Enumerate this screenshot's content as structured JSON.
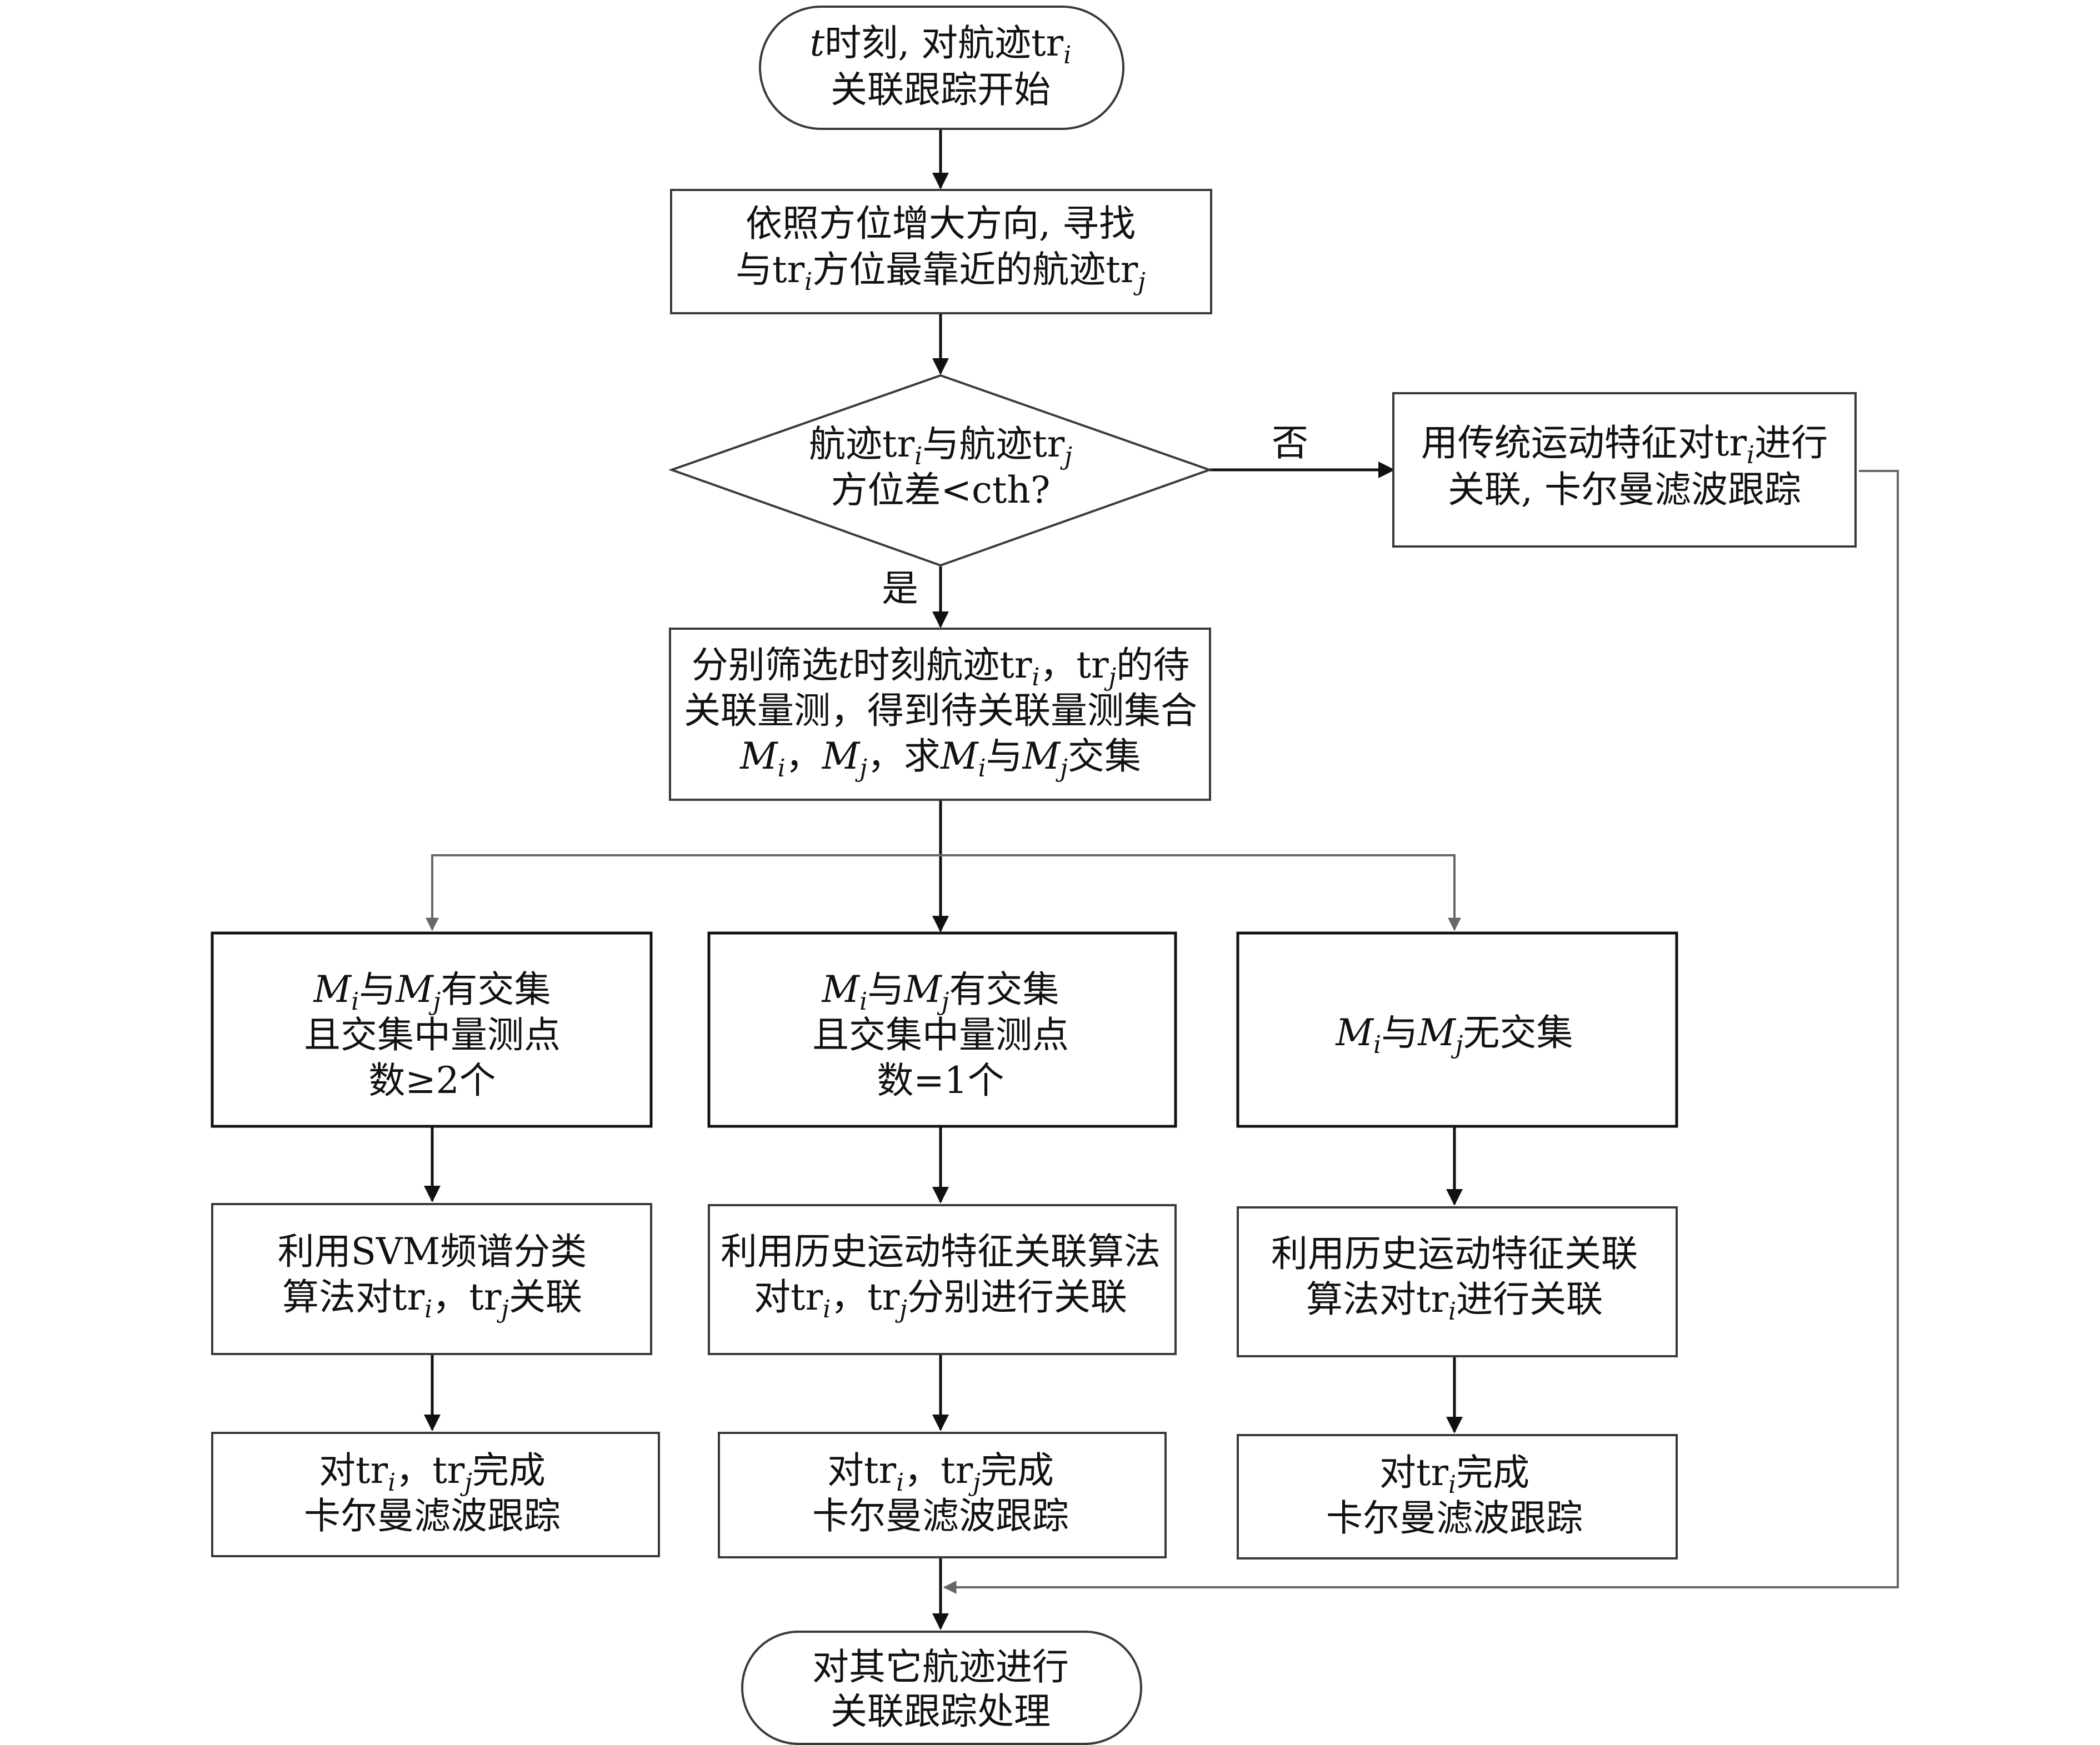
{
  "nodes": {
    "start": {
      "line1_a": "t",
      "line1_b": "时刻, 对航迹tr",
      "line1_sub": "i",
      "line2": "关联跟踪开始"
    },
    "find": {
      "line1": "依照方位增大方向, 寻找",
      "line2_a": "与tr",
      "line2_sub1": "i",
      "line2_b": "方位最靠近的航迹tr",
      "line2_sub2": "j"
    },
    "decision": {
      "line1_a": "航迹tr",
      "line1_sub1": "i",
      "line1_b": "与航迹tr",
      "line1_sub2": "j",
      "line2": "方位差<cth?"
    },
    "traditional": {
      "line1_a": "用传统运动特征对tr",
      "line1_sub": "i",
      "line1_b": "进行",
      "line2": "关联, 卡尔曼滤波跟踪"
    },
    "filter": {
      "line1_a": "分别筛选",
      "line1_t": "t",
      "line1_b": "时刻航迹tr",
      "line1_sub1": "i",
      "line1_c": "，tr",
      "line1_sub2": "j",
      "line1_d": "的待",
      "line2": "关联量测，得到待关联量测集合",
      "line3_m1": "M",
      "line3_s1": "i",
      "line3_sep": "，",
      "line3_m2": "M",
      "line3_s2": "j",
      "line3_b": "，求",
      "line3_m3": "M",
      "line3_s3": "i",
      "line3_c": "与",
      "line3_m4": "M",
      "line3_s4": "j",
      "line3_d": "交集"
    },
    "case_left": {
      "m1": "M",
      "s1": "i",
      "mid": "与",
      "m2": "M",
      "s2": "j",
      "tail": "有交集",
      "line2": "且交集中量测点",
      "line3": "数≥2个"
    },
    "case_mid": {
      "m1": "M",
      "s1": "i",
      "mid": "与",
      "m2": "M",
      "s2": "j",
      "tail": "有交集",
      "line2": "且交集中量测点",
      "line3": "数=1个"
    },
    "case_right": {
      "m1": "M",
      "s1": "i",
      "mid": "与",
      "m2": "M",
      "s2": "j",
      "tail": "无交集"
    },
    "algo_left": {
      "line1": "利用SVM频谱分类",
      "line2_a": "算法对tr",
      "line2_sub1": "i",
      "line2_b": "，tr",
      "line2_sub2": "j",
      "line2_c": "关联"
    },
    "algo_mid": {
      "line1": "利用历史运动特征关联算法",
      "line2_a": "对tr",
      "line2_sub1": "i",
      "line2_b": "，tr",
      "line2_sub2": "j",
      "line2_c": "分别进行关联"
    },
    "algo_right": {
      "line1": "利用历史运动特征关联",
      "line2_a": "算法对tr",
      "line2_sub": "i",
      "line2_b": "进行关联"
    },
    "kalman_left": {
      "line1_a": "对tr",
      "line1_sub1": "i",
      "line1_b": "，tr",
      "line1_sub2": "j",
      "line1_c": "完成",
      "line2": "卡尔曼滤波跟踪"
    },
    "kalman_mid": {
      "line1_a": "对tr",
      "line1_sub1": "i",
      "line1_b": "，tr",
      "line1_sub2": "j",
      "line1_c": "完成",
      "line2": "卡尔曼滤波跟踪"
    },
    "kalman_right": {
      "line1_a": "对tr",
      "line1_sub": "i",
      "line1_b": "完成",
      "line2": "卡尔曼滤波跟踪"
    },
    "end": {
      "line1": "对其它航迹进行",
      "line2": "关联跟踪处理"
    }
  },
  "edge_labels": {
    "no": "否",
    "yes": "是"
  }
}
